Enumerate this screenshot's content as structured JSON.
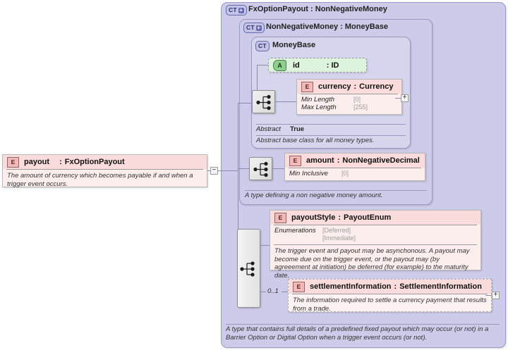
{
  "diagram": {
    "type": "xsd-schema-diagram",
    "root_element": {
      "badge": "E",
      "name": "payout",
      "separator": ":",
      "type": "FxOptionPayout",
      "annotation": "The amount of currency which becomes payable if and when a trigger event occurs.",
      "toggle": "−"
    },
    "outer_type": {
      "tag": "CT",
      "tag_expand": "+",
      "name": "FxOptionPayout",
      "separator": ":",
      "base": "NonNegativeMoney",
      "annotation": "A type that contains full details of a predefined fixed payout which may occur (or not) in a Barrier Option or Digital Option when a trigger event occurs (or not)."
    },
    "middle_type": {
      "tag": "CT",
      "tag_expand": "+",
      "name": "NonNegativeMoney",
      "separator": ":",
      "base": "MoneyBase",
      "annotation": "A type defining a non negative money amount."
    },
    "inner_type": {
      "tag": "CT",
      "tag_expand": "",
      "name": "MoneyBase",
      "abstract_label": "Abstract",
      "abstract_value": "True",
      "annotation": "Abstract base class for all money types."
    },
    "id_attribute": {
      "badge": "A",
      "name": "id",
      "separator": ":",
      "type": "ID"
    },
    "currency_element": {
      "badge": "E",
      "name": "currency",
      "separator": ":",
      "type": "Currency",
      "facets": [
        {
          "name": "Min Length",
          "value": "[0]"
        },
        {
          "name": "Max Length",
          "value": "[255]"
        }
      ],
      "toggle": "+"
    },
    "amount_element": {
      "badge": "E",
      "name": "amount",
      "separator": ":",
      "type": "NonNegativeDecimal",
      "facets": [
        {
          "name": "Min Inclusive",
          "value": "[0]"
        }
      ]
    },
    "payout_style_element": {
      "badge": "E",
      "name": "payoutStyle",
      "separator": ":",
      "type": "PayoutEnum",
      "facet_name": "Enumerations",
      "enumerations": [
        "[Deferred]",
        "[Immediate]"
      ],
      "annotation": "The trigger event and payout may be asynchonous. A payout may become due on the trigger event, or the payout may (by agreeement at initiation) be deferred (for example) to the maturity date."
    },
    "settlement_information_element": {
      "badge": "E",
      "name": "settlementInformation",
      "separator": ":",
      "type": "SettlementInformation",
      "cardinality": "0..1",
      "annotation": "The information required to settle a currency payment that results from a trade.",
      "toggle": "+"
    },
    "icons": {
      "sequence_upper": "sequence-compositor-icon",
      "sequence_middle": "sequence-compositor-icon",
      "sequence_lower": "sequence-compositor-icon"
    },
    "colors": {
      "complex_type_bg": "#ccccea",
      "complex_type_inner_bg": "#d5d5ee",
      "element_bg": "#fdeeee",
      "element_header_bg": "#fbdcdc",
      "attribute_bg": "#ddf3dd",
      "connector": "#8b8bb0"
    }
  }
}
